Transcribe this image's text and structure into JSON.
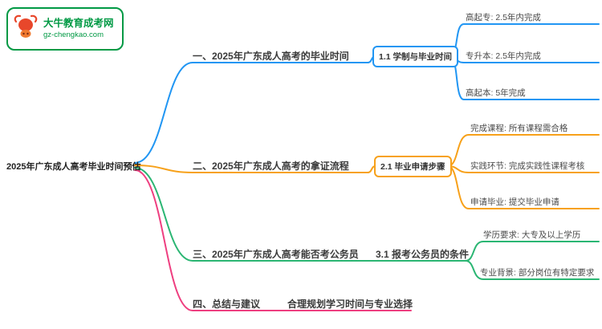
{
  "logo": {
    "name": "大牛教育成考网",
    "domain": "gz-chengkao.com",
    "brand_color": "#009944",
    "icon": "bull-icon",
    "icon_color": "#e8472b"
  },
  "root": {
    "label": "2025年广东成人高考毕业时间预估"
  },
  "branches": [
    {
      "label": "一、2025年广东成人高考的毕业时间",
      "color": "#2196f3",
      "child": {
        "label": "1.1 学制与毕业时间"
      },
      "leaves": [
        {
          "label": "高起专: 2.5年内完成"
        },
        {
          "label": "专升本: 2.5年内完成"
        },
        {
          "label": "高起本: 5年完成"
        }
      ]
    },
    {
      "label": "二、2025年广东成人高考的拿证流程",
      "color": "#f7a11a",
      "child": {
        "label": "2.1 毕业申请步骤"
      },
      "leaves": [
        {
          "label": "完成课程: 所有课程需合格"
        },
        {
          "label": "实践环节: 完成实践性课程考核"
        },
        {
          "label": "申请毕业: 提交毕业申请"
        }
      ]
    },
    {
      "label": "三、2025年广东成人高考能否考公务员",
      "color": "#2bb673",
      "child": {
        "label": "3.1 报考公务员的条件"
      },
      "leaves": [
        {
          "label": "学历要求: 大专及以上学历"
        },
        {
          "label": "专业背景: 部分岗位有特定要求"
        }
      ]
    },
    {
      "label": "四、总结与建议",
      "color": "#ee3f80",
      "child": {
        "label": "合理规划学习时间与专业选择"
      },
      "leaves": []
    }
  ]
}
